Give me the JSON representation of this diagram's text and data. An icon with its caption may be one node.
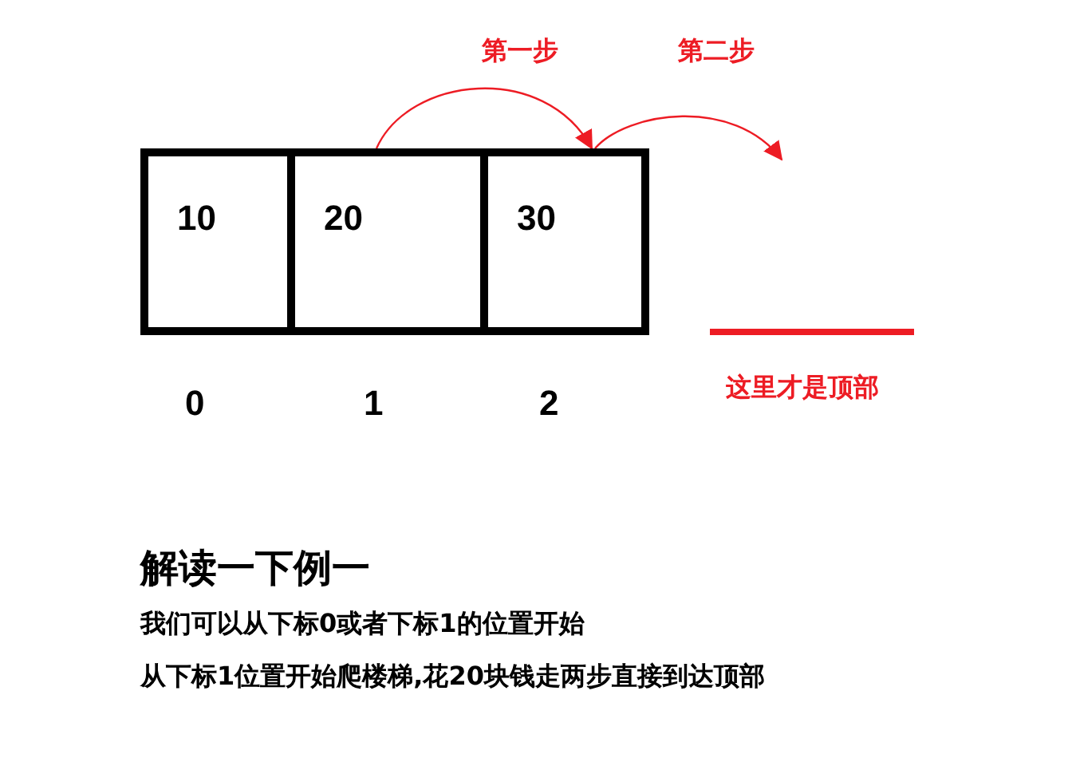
{
  "diagram": {
    "nodes": [
      {
        "text": [
          "10"
        ]
      },
      {
        "text": [
          "20"
        ]
      },
      {
        "text": [
          "30"
        ]
      }
    ],
    "edges": [
      {
        "from": 1,
        "to": 2,
        "arrow": "to",
        "label": "第一步",
        "color": "#ed1c24"
      },
      {
        "from": 2,
        "to": null,
        "arrow": "to",
        "label": "第二步",
        "color": "#ed1c24"
      }
    ],
    "labels": [
      "0",
      "1",
      "2",
      "这里才是顶部",
      "解读一下例一",
      "我们可以从下标0或者下标1的位置开始",
      "从下标1位置开始爬楼梯,花20块钱走两步直接到达顶部"
    ]
  }
}
